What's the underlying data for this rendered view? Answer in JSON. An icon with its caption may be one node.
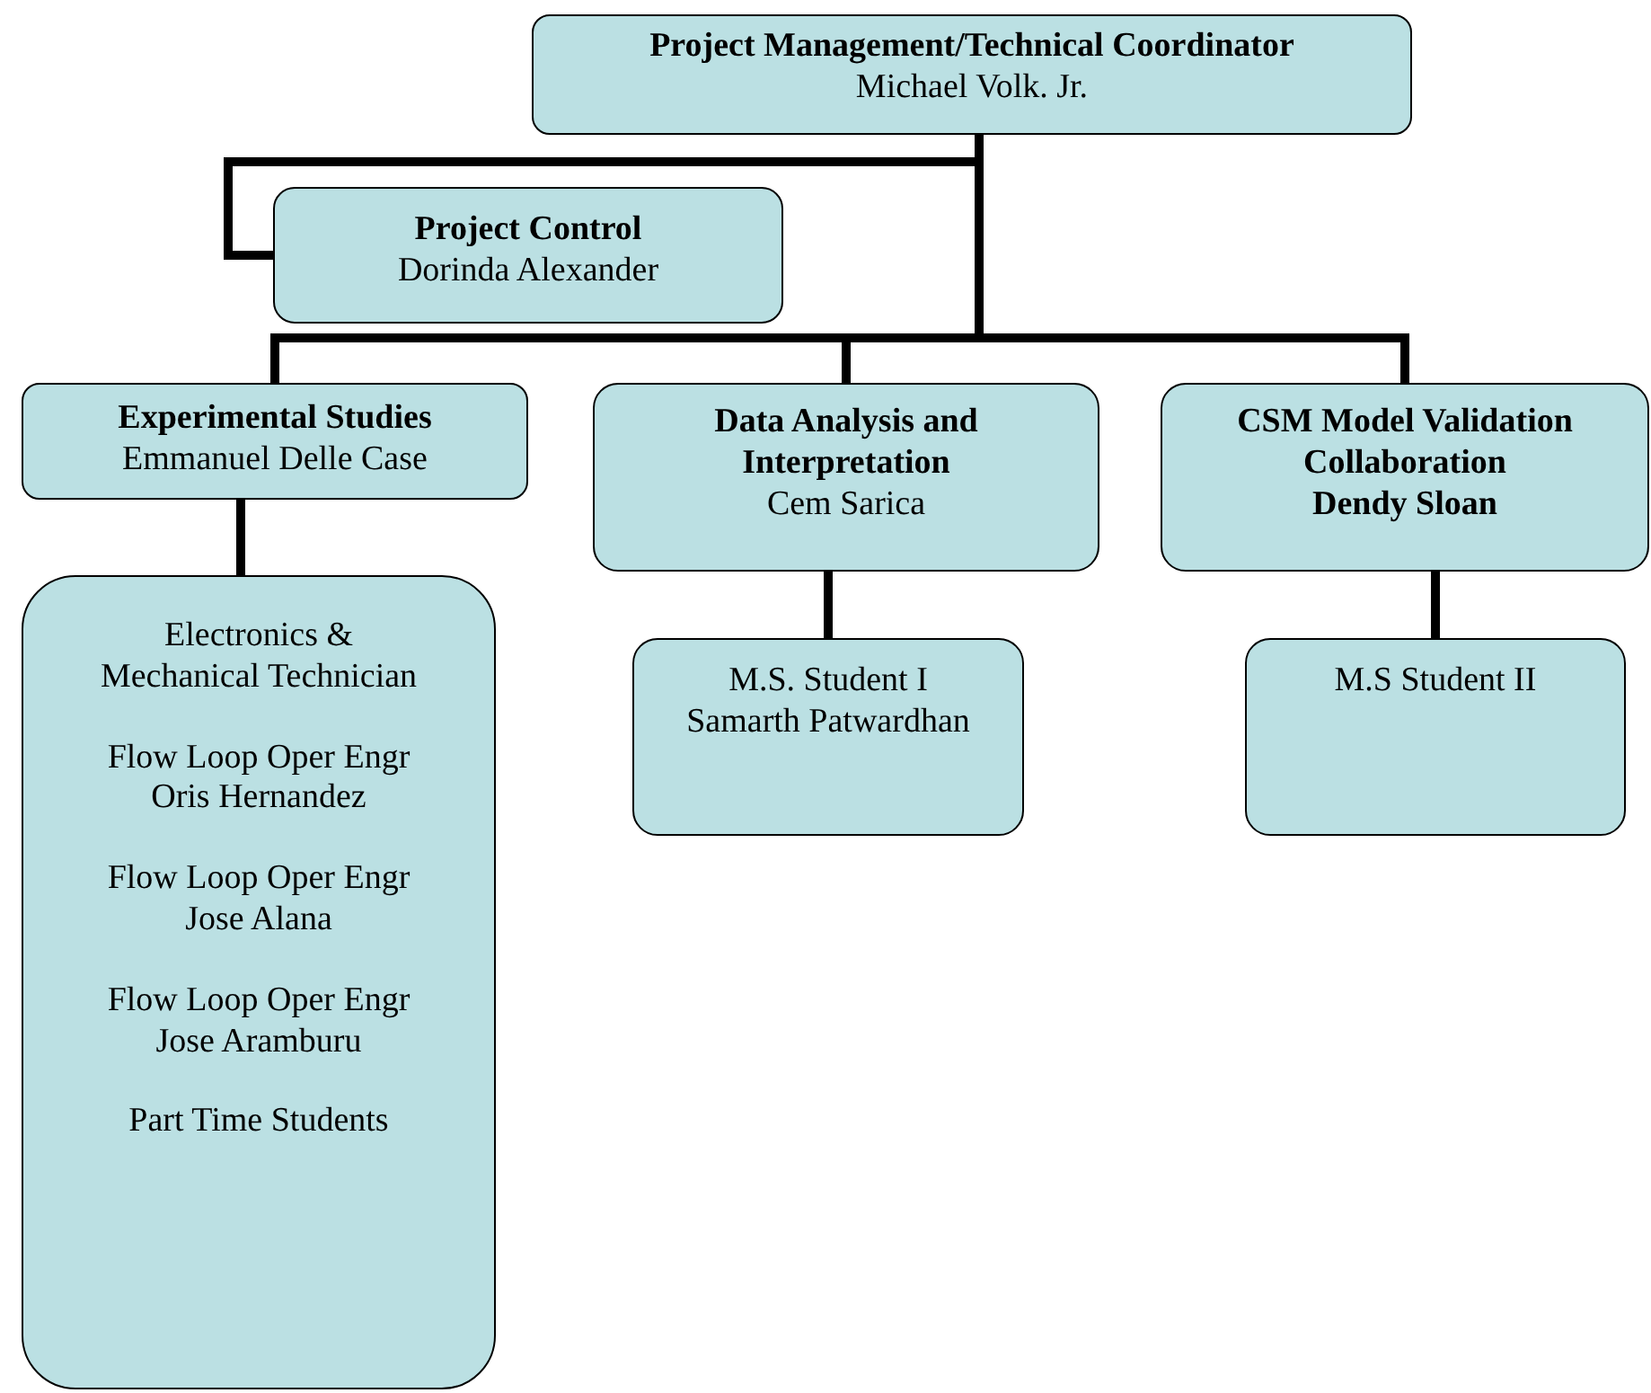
{
  "diagram": {
    "nodes": [
      {
        "text": [
          "Project Management/Technical Coordinator",
          "Michael Volk. Jr."
        ]
      },
      {
        "text": [
          "Project Control",
          "Dorinda Alexander"
        ]
      },
      {
        "text": [
          "Experimental Studies",
          "Emmanuel Delle Case"
        ]
      },
      {
        "text": [
          "Data Analysis and Interpretation",
          "Cem Sarica"
        ]
      },
      {
        "text": [
          "CSM Model Validation Collaboration",
          "Dendy Sloan"
        ]
      },
      {
        "text": [
          "Electronics & Mechanical Technician",
          "Flow Loop Oper Engr Oris Hernandez",
          "Flow Loop Oper Engr Jose Alana",
          "Flow Loop Oper Engr Jose Aramburu",
          "Part Time Students"
        ]
      },
      {
        "text": [
          "M.S. Student I",
          "Samarth Patwardhan"
        ]
      },
      {
        "text": [
          "M.S Student II"
        ]
      }
    ],
    "edges": [
      {
        "from": 0,
        "to": 1,
        "arrow": "none"
      },
      {
        "from": 0,
        "to": 2,
        "arrow": "none"
      },
      {
        "from": 0,
        "to": 3,
        "arrow": "none"
      },
      {
        "from": 0,
        "to": 4,
        "arrow": "none"
      },
      {
        "from": 2,
        "to": 5,
        "arrow": "none"
      },
      {
        "from": 3,
        "to": 6,
        "arrow": "none"
      },
      {
        "from": 4,
        "to": 7,
        "arrow": "none"
      }
    ]
  }
}
